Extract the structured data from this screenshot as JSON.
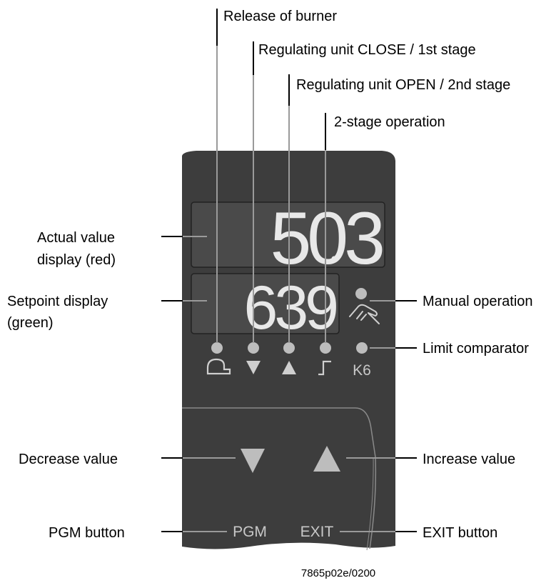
{
  "display": {
    "actual_value": "503",
    "setpoint_value": "639"
  },
  "key_labels": {
    "pgm": "PGM",
    "exit": "EXIT",
    "limit": "K6"
  },
  "annotations": {
    "release_of_burner": "Release of burner",
    "regulating_close": "Regulating unit CLOSE / 1st stage",
    "regulating_open": "Regulating unit OPEN / 2nd stage",
    "two_stage": "2-stage operation",
    "actual_value_line1": "Actual value",
    "actual_value_line2": "display (red)",
    "setpoint_line1": "Setpoint display",
    "setpoint_line2": "(green)",
    "manual_operation": "Manual operation",
    "limit_comparator": "Limit comparator",
    "decrease_value": "Decrease value",
    "increase_value": "Increase value",
    "pgm_button": "PGM button",
    "exit_button": "EXIT button"
  },
  "figure_code": "7865p02e/0200",
  "colors": {
    "panel": "#3d3d3d",
    "display_window": "#4a4a4a",
    "digits": "#e8e8e8",
    "led": "#bdbdbd",
    "symbols": "#cfcfcf"
  },
  "icons": [
    "burner-flame-icon",
    "down-triangle-icon",
    "up-triangle-icon",
    "two-stage-step-icon",
    "manual-hand-icon",
    "down-arrow-key-icon",
    "up-arrow-key-icon"
  ]
}
